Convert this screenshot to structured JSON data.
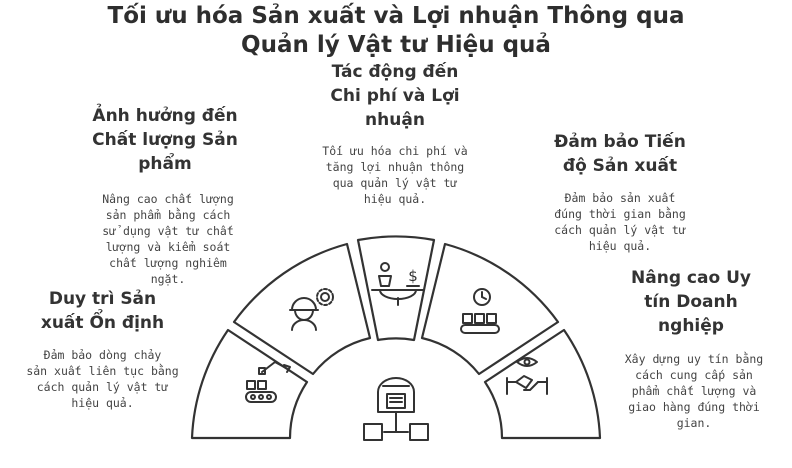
{
  "title": {
    "line1": "Tối ưu hóa Sản xuất và Lợi nhuận Thông qua",
    "line2": "Quản lý Vật tư Hiệu quả"
  },
  "sections": {
    "cost": {
      "heading": [
        "Tác động đến",
        "Chi phí và Lợi",
        "nhuận"
      ],
      "text": [
        "Tối ưu hóa chi phí và",
        "tăng lợi nhuận thông",
        "qua quản lý vật tư",
        "hiệu quả."
      ],
      "icon": "person-scale-dollar-icon"
    },
    "quality": {
      "heading": [
        "Ảnh hưởng đến",
        "Chất lượng Sản",
        "phẩm"
      ],
      "text": [
        "Nâng cao chất lượng",
        "sản phẩm bằng cách",
        "sử dụng vật tư chất",
        "lượng và kiểm soát",
        "chất lượng nghiêm",
        "ngặt."
      ],
      "icon": "worker-gear-icon"
    },
    "schedule": {
      "heading": [
        "Đảm bảo Tiến",
        "độ Sản xuất"
      ],
      "text": [
        "Đảm bảo sản xuất",
        "đúng thời gian bằng",
        "cách quản lý vật tư",
        "hiệu quả."
      ],
      "icon": "clock-conveyor-icon"
    },
    "stability": {
      "heading": [
        "Duy trì Sản",
        "xuất Ổn định"
      ],
      "text": [
        "Đảm bảo dòng chảy",
        "sản xuất liên tục bằng",
        "cách quản lý vật tư",
        "hiệu quả."
      ],
      "icon": "robot-arm-conveyor-icon"
    },
    "reputation": {
      "heading": [
        "Nâng cao Uy",
        "tín Doanh",
        "nghiệp"
      ],
      "text": [
        "Xây dựng uy tín bằng",
        "cách cung cấp sản",
        "phẩm chất lượng và",
        "giao hàng đúng thời",
        "gian."
      ],
      "icon": "handshake-eye-icon"
    }
  },
  "center_icon": "warehouse-network-icon",
  "colors": {
    "stroke": "#333333",
    "fill": "#ffffff",
    "text": "#2b2b2b"
  }
}
